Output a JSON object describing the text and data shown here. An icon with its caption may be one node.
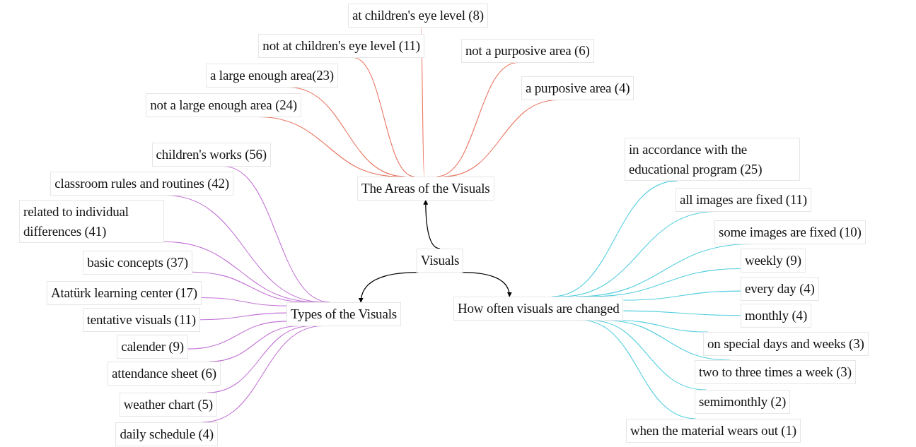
{
  "diagram": {
    "nodes": [
      {
        "text": [
          "Visuals"
        ]
      },
      {
        "text": [
          "The Areas of the Visuals"
        ]
      },
      {
        "text": [
          "Types of the Visuals"
        ]
      },
      {
        "text": [
          "How often visuals are changed"
        ]
      },
      {
        "text": [
          "at children's eye level (8)"
        ]
      },
      {
        "text": [
          "not at children's eye level (11)"
        ]
      },
      {
        "text": [
          "a large enough area(23)"
        ]
      },
      {
        "text": [
          "not a large enough area (24)"
        ]
      },
      {
        "text": [
          "not a purposive area (6)"
        ]
      },
      {
        "text": [
          "a purposive area (4)"
        ]
      },
      {
        "text": [
          "children's works (56)"
        ]
      },
      {
        "text": [
          "classroom rules and routines (42)"
        ]
      },
      {
        "text": [
          "related to individual differences (41)"
        ]
      },
      {
        "text": [
          "basic concepts (37)"
        ]
      },
      {
        "text": [
          "Atatürk learning center (17)"
        ]
      },
      {
        "text": [
          "tentative visuals (11)"
        ]
      },
      {
        "text": [
          "calender (9)"
        ]
      },
      {
        "text": [
          "attendance sheet (6)"
        ]
      },
      {
        "text": [
          "weather chart (5)"
        ]
      },
      {
        "text": [
          "daily schedule (4)"
        ]
      },
      {
        "text": [
          "in accordance with the educational program (25)"
        ]
      },
      {
        "text": [
          "all images are fixed (11)"
        ]
      },
      {
        "text": [
          "some images are fixed (10)"
        ]
      },
      {
        "text": [
          "weekly (9)"
        ]
      },
      {
        "text": [
          "every day (4)"
        ]
      },
      {
        "text": [
          "monthly (4)"
        ]
      },
      {
        "text": [
          "on special days and weeks (3)"
        ]
      },
      {
        "text": [
          "two to three times a week (3)"
        ]
      },
      {
        "text": [
          "semimonthly (2)"
        ]
      },
      {
        "text": [
          "when the material wears out (1)"
        ]
      }
    ],
    "edges": [
      {
        "from": 0,
        "to": 1,
        "arrow": "to",
        "color": "#000000"
      },
      {
        "from": 0,
        "to": 2,
        "arrow": "to",
        "color": "#000000"
      },
      {
        "from": 0,
        "to": 3,
        "arrow": "to",
        "color": "#000000"
      },
      {
        "from": 1,
        "to": 4,
        "arrow": "none",
        "color": "#ea7562"
      },
      {
        "from": 1,
        "to": 5,
        "arrow": "none",
        "color": "#ea7562"
      },
      {
        "from": 1,
        "to": 6,
        "arrow": "none",
        "color": "#ea7562"
      },
      {
        "from": 1,
        "to": 7,
        "arrow": "none",
        "color": "#ea7562"
      },
      {
        "from": 1,
        "to": 8,
        "arrow": "none",
        "color": "#ea7562"
      },
      {
        "from": 1,
        "to": 9,
        "arrow": "none",
        "color": "#ea7562"
      },
      {
        "from": 2,
        "to": 10,
        "arrow": "none",
        "color": "#c475d6"
      },
      {
        "from": 2,
        "to": 11,
        "arrow": "none",
        "color": "#c475d6"
      },
      {
        "from": 2,
        "to": 12,
        "arrow": "none",
        "color": "#c475d6"
      },
      {
        "from": 2,
        "to": 13,
        "arrow": "none",
        "color": "#c475d6"
      },
      {
        "from": 2,
        "to": 14,
        "arrow": "none",
        "color": "#c475d6"
      },
      {
        "from": 2,
        "to": 15,
        "arrow": "none",
        "color": "#c475d6"
      },
      {
        "from": 2,
        "to": 16,
        "arrow": "none",
        "color": "#c475d6"
      },
      {
        "from": 2,
        "to": 17,
        "arrow": "none",
        "color": "#c475d6"
      },
      {
        "from": 2,
        "to": 18,
        "arrow": "none",
        "color": "#c475d6"
      },
      {
        "from": 2,
        "to": 19,
        "arrow": "none",
        "color": "#c475d6"
      },
      {
        "from": 3,
        "to": 20,
        "arrow": "none",
        "color": "#55cfdf"
      },
      {
        "from": 3,
        "to": 21,
        "arrow": "none",
        "color": "#55cfdf"
      },
      {
        "from": 3,
        "to": 22,
        "arrow": "none",
        "color": "#55cfdf"
      },
      {
        "from": 3,
        "to": 23,
        "arrow": "none",
        "color": "#55cfdf"
      },
      {
        "from": 3,
        "to": 24,
        "arrow": "none",
        "color": "#55cfdf"
      },
      {
        "from": 3,
        "to": 25,
        "arrow": "none",
        "color": "#55cfdf"
      },
      {
        "from": 3,
        "to": 26,
        "arrow": "none",
        "color": "#55cfdf"
      },
      {
        "from": 3,
        "to": 27,
        "arrow": "none",
        "color": "#55cfdf"
      },
      {
        "from": 3,
        "to": 28,
        "arrow": "none",
        "color": "#55cfdf"
      },
      {
        "from": 3,
        "to": 29,
        "arrow": "none",
        "color": "#55cfdf"
      }
    ]
  }
}
